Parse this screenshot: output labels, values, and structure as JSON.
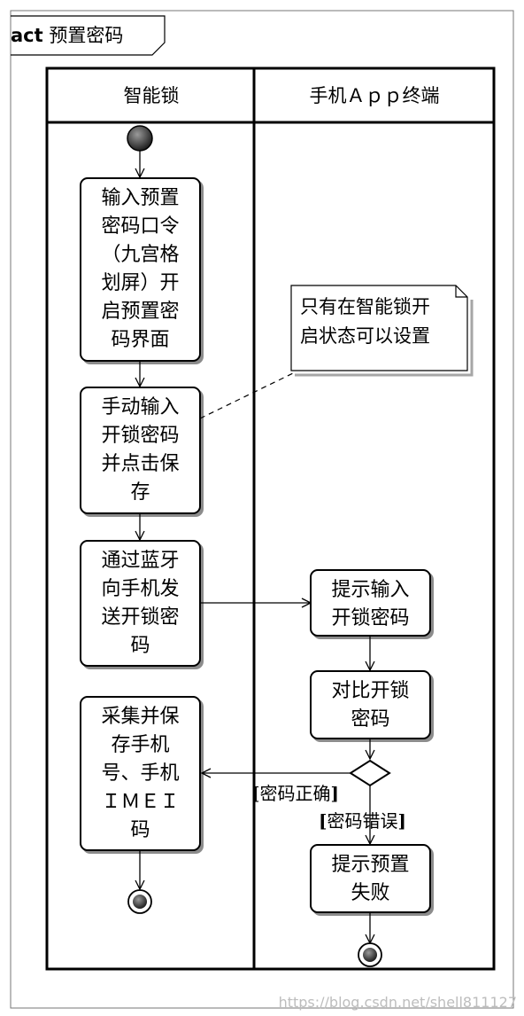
{
  "frame": {
    "kind": "act",
    "title": "预置密码"
  },
  "lanes": [
    {
      "id": "lock",
      "label": "智能锁"
    },
    {
      "id": "app",
      "label": "手机Ａｐｐ终端"
    }
  ],
  "nodes": {
    "enter_preset": "输入预置\n密码口令\n（九宫格\n划屏）开\n启预置密\n码界面",
    "manual_input": "手动输入\n开锁密码\n并点击保\n存",
    "send_bt": "通过蓝牙\n向手机发\n送开锁密\n码",
    "collect": "采集并保\n存手机\n号、手机\nＩＭＥＩ\n码",
    "prompt_input": "提示输入\n开锁密码",
    "compare": "对比开锁\n密码",
    "prompt_fail": "提示预置\n失败"
  },
  "note": "只有在智能锁开\n启状态可以设置",
  "guards": {
    "correct": "密码正确",
    "wrong": "密码错误"
  },
  "watermark": "https://blog.csdn.net/shell811127"
}
